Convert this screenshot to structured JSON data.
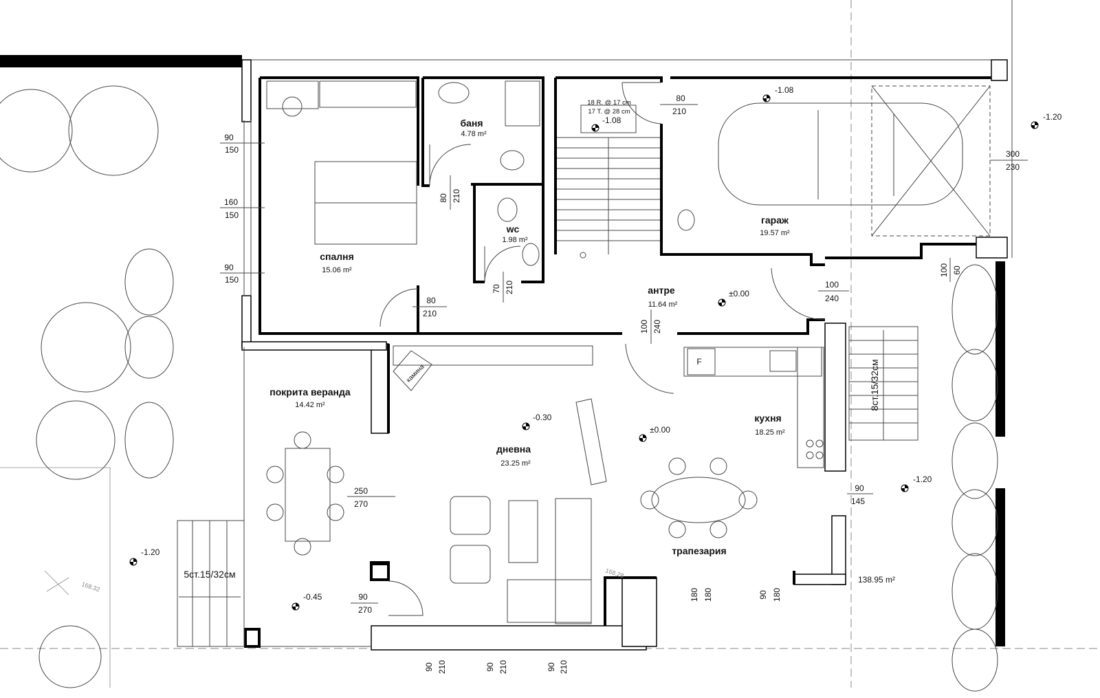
{
  "rooms": {
    "bedroom": {
      "name": "спалня",
      "area": "15.06 m²"
    },
    "bathroom": {
      "name": "баня",
      "area": "4.78 m²"
    },
    "wc": {
      "name": "wc",
      "area": "1.98 m²"
    },
    "hall": {
      "name": "антре",
      "area": "11.64 m²"
    },
    "garage": {
      "name": "гараж",
      "area": "19.57 m²"
    },
    "veranda": {
      "name": "покрита веранда",
      "area": "14.42 m²"
    },
    "living": {
      "name": "дневна",
      "area": "23.25 m²"
    },
    "kitchen": {
      "name": "кухня",
      "area": "18.25 m²"
    },
    "dining": {
      "name": "трапезария"
    }
  },
  "levels": {
    "garage": "-1.08",
    "stairs": "-1.08",
    "top_right": "-1.20",
    "hall": "±0.00",
    "living": "-0.30",
    "kitchen": "±0.00",
    "right": "-1.20",
    "left": "-1.20",
    "veranda": "-0.45"
  },
  "openings": {
    "bed_win1": [
      "90",
      "150"
    ],
    "bed_win2": [
      "160",
      "150"
    ],
    "bed_win3": [
      "90",
      "150"
    ],
    "bath_door": [
      "80",
      "210"
    ],
    "stair_door": [
      "80",
      "210"
    ],
    "wc_door": [
      "70",
      "210"
    ],
    "bed_door": [
      "80",
      "210"
    ],
    "hall_door": [
      "100",
      "240"
    ],
    "entry_door": [
      "100",
      "240"
    ],
    "garage_door": [
      "300",
      "230"
    ],
    "side_win": [
      "100",
      "60"
    ],
    "veranda_door": [
      "250",
      "270"
    ],
    "living_door": [
      "90",
      "270"
    ],
    "kitchen_win": [
      "90",
      "145"
    ],
    "bottom_win1": [
      "90",
      "210"
    ],
    "bottom_win2": [
      "90",
      "210"
    ],
    "bottom_win3": [
      "90",
      "210"
    ],
    "dining_win1": [
      "180",
      "180"
    ],
    "dining_win2": [
      "90",
      "180"
    ]
  },
  "stairs": {
    "risers": "18 R. @ 17 cm",
    "treads": "17 T. @ 28 cm",
    "entry_stair": "8ст.15/32см",
    "veranda_stair": "5ст.15/32см"
  },
  "misc": {
    "fireplace": "камина",
    "fridge": "F",
    "survey_1": "168.32",
    "survey_2": "168.28",
    "total_area": "138.95 m²"
  }
}
